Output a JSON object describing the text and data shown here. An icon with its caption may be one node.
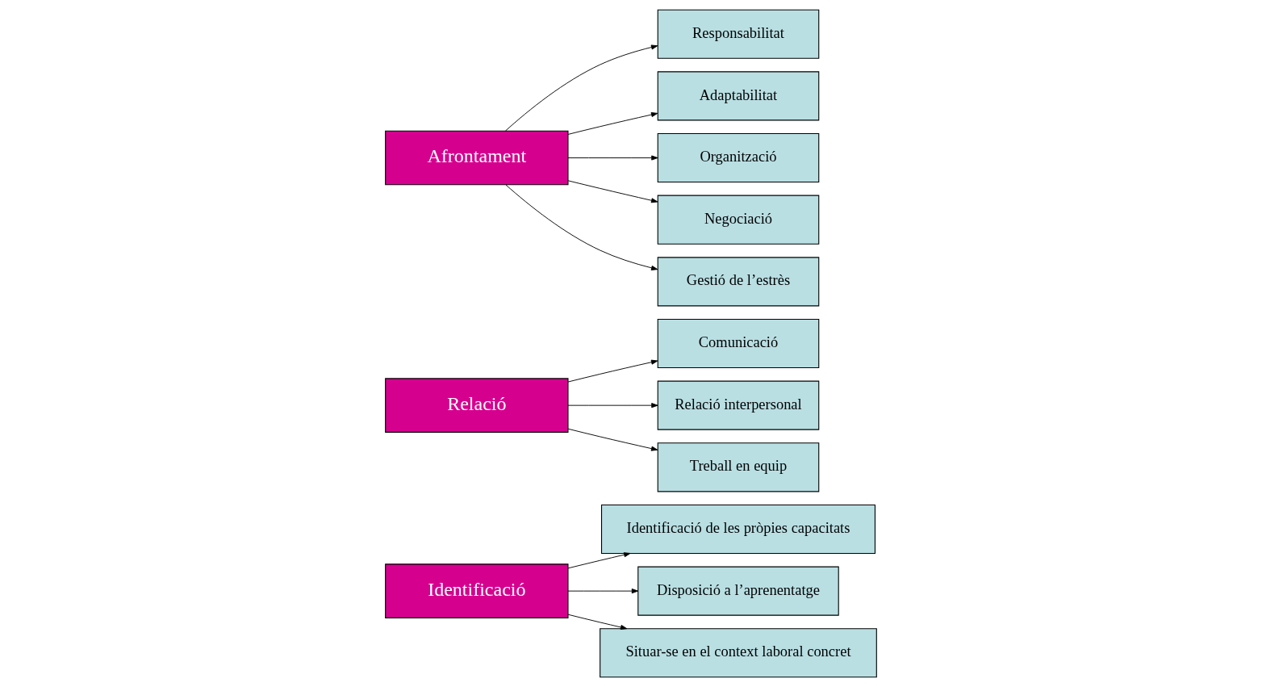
{
  "diagram": {
    "nodes": [
      {
        "text": [
          "Identificació"
        ]
      },
      {
        "text": [
          "Identificació de les pròpies capacitats"
        ]
      },
      {
        "text": [
          "Disposició a l’aprenentatge"
        ]
      },
      {
        "text": [
          "Situar-se en el context laboral concret"
        ]
      },
      {
        "text": [
          "Relació"
        ]
      },
      {
        "text": [
          "Comunicació"
        ]
      },
      {
        "text": [
          "Relació interpersonal"
        ]
      },
      {
        "text": [
          "Treball en equip"
        ]
      },
      {
        "text": [
          "Afrontament"
        ]
      },
      {
        "text": [
          "Responsabilitat"
        ]
      },
      {
        "text": [
          "Adaptabilitat"
        ]
      },
      {
        "text": [
          "Organització"
        ]
      },
      {
        "text": [
          "Negociació"
        ]
      },
      {
        "text": [
          "Gestió de l’estrès"
        ]
      }
    ],
    "edges": [
      {
        "from": 0,
        "to": 1,
        "arrow": "to"
      },
      {
        "from": 0,
        "to": 2,
        "arrow": "to"
      },
      {
        "from": 0,
        "to": 3,
        "arrow": "to"
      },
      {
        "from": 4,
        "to": 5,
        "arrow": "to"
      },
      {
        "from": 4,
        "to": 6,
        "arrow": "to"
      },
      {
        "from": 4,
        "to": 7,
        "arrow": "to"
      },
      {
        "from": 8,
        "to": 9,
        "arrow": "to"
      },
      {
        "from": 8,
        "to": 10,
        "arrow": "to"
      },
      {
        "from": 8,
        "to": 11,
        "arrow": "to"
      },
      {
        "from": 8,
        "to": 12,
        "arrow": "to"
      },
      {
        "from": 8,
        "to": 13,
        "arrow": "to"
      }
    ]
  }
}
